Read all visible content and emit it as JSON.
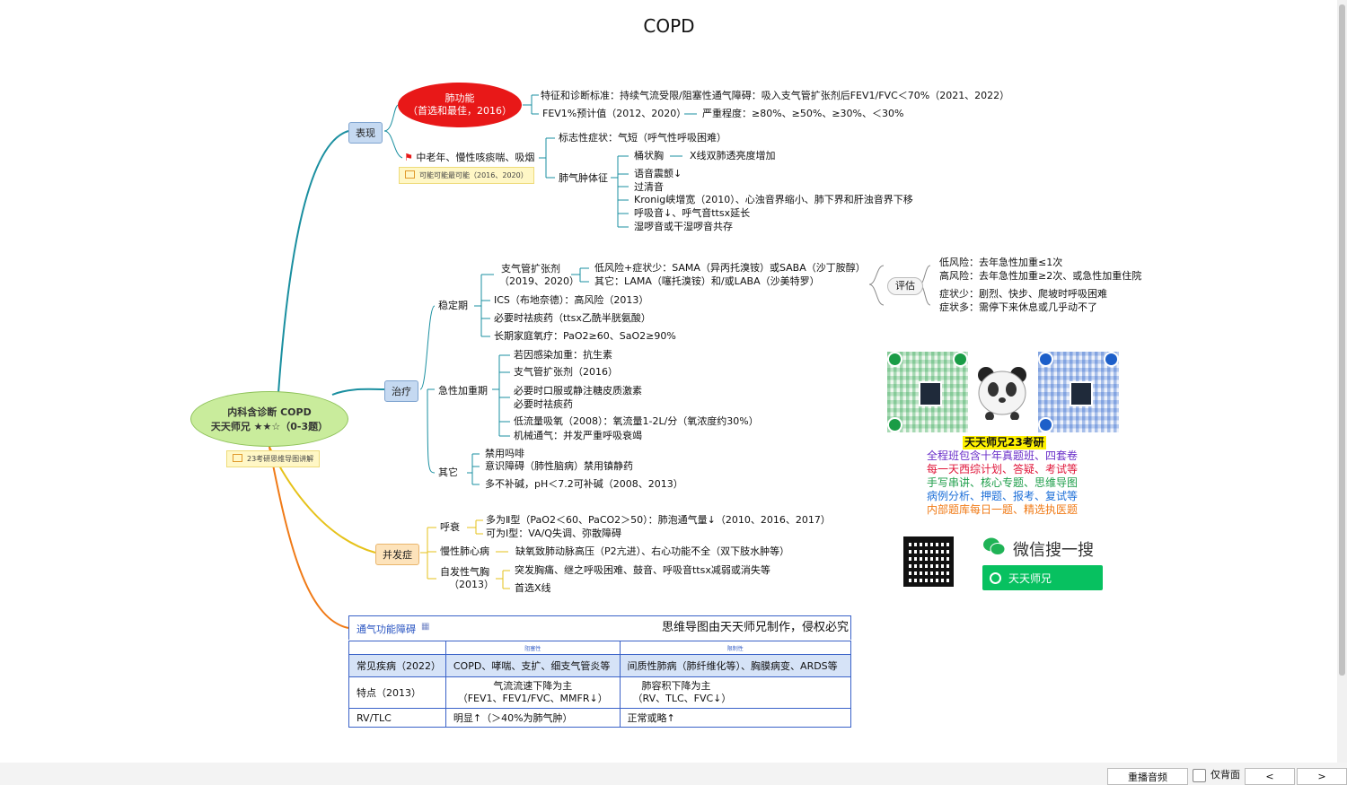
{
  "title": "COPD",
  "root": {
    "line1": "内科含诊断 COPD",
    "line2": "天天师兄 ★★☆（0-3题）",
    "note": "23考研思维导图讲解"
  },
  "branches": {
    "biaoxian": "表现",
    "zhiliao": "治疗",
    "bingfa": "并发症"
  },
  "feigongneng": {
    "bubble1": "肺功能",
    "bubble2": "（首选和最佳，2016）",
    "std": "特征和诊断标准：持续气流受限/阻塞性通气障碍：吸入支气管扩张剂后FEV1/FVC＜70%（2021、2022）",
    "fev": "FEV1%预计值（2012、2020）",
    "severity": "严重程度：≥80%、≥50%、≥30%、＜30%"
  },
  "zhonglao": {
    "label": "中老年、慢性咳痰喘、吸烟",
    "note": "可能可能最可能（2016、2020）",
    "sym": "标志性症状：气短（呼气性呼吸困难）",
    "sign_label": "肺气肿体征",
    "signs": [
      "桶状胸",
      "X线双肺透亮度增加",
      "语音震颤↓",
      "过清音",
      "Kronig峡增宽（2010）、心浊音界缩小、肺下界和肝浊音界下移",
      "呼吸音↓、呼气音ttsx延长",
      "湿啰音或干湿啰音共存"
    ]
  },
  "stable": {
    "label": "稳定期",
    "bronch1": "支气管扩张剂",
    "bronch2": "（2019、2020）",
    "low": "低风险+症状少：SAMA（异丙托溴铵）或SABA（沙丁胺醇）",
    "other": "其它：LAMA（噻托溴铵）和/或LABA（沙美特罗）",
    "ics": "ICS（布地奈德）：高风险（2013）",
    "sputum": "必要时祛痰药（ttsx乙酰半胱氨酸）",
    "oxygen": "长期家庭氧疗：PaO2≥60、SaO2≥90%"
  },
  "assess": {
    "label": "评估",
    "items": [
      "低风险：去年急性加重≤1次",
      "高风险：去年急性加重≥2次、或急性加重住院",
      "症状少：剧烈、快步、爬坡时呼吸困难",
      "症状多：需停下来休息或几乎动不了"
    ]
  },
  "acute": {
    "label": "急性加重期",
    "items": [
      "若因感染加重：抗生素",
      "支气管扩张剂（2016）",
      "必要时口服或静注糖皮质激素",
      "必要时祛痰药",
      "低流量吸氧（2008）：氧流量1-2L/分（氧浓度约30%）",
      "机械通气：并发严重呼吸衰竭"
    ]
  },
  "others": {
    "label": "其它",
    "items": [
      "禁用吗啡",
      "意识障碍（肺性脑病）禁用镇静药",
      "多不补碱，pH＜7.2可补碱（2008、2013）"
    ]
  },
  "complications": {
    "resp_label": "呼衰",
    "resp1": "多为Ⅱ型（PaO2＜60、PaCO2＞50）：肺泡通气量↓（2010、2016、2017）",
    "resp2": "可为Ⅰ型：VA/Q失调、弥散障碍",
    "heart_label": "慢性肺心病",
    "heart": "缺氧致肺动脉高压（P2亢进）、右心功能不全（双下肢水肿等）",
    "ptx_label1": "自发性气胸",
    "ptx_label2": "（2013）",
    "ptx1": "突发胸痛、继之呼吸困难、鼓音、呼吸音ttsx减弱或消失等",
    "ptx2": "首选X线"
  },
  "table": {
    "title": "通气功能障碍",
    "copyright": "思维导图由天天师兄制作，侵权必究",
    "col1": "阻塞性",
    "col2": "限制性",
    "rows": [
      {
        "k": "常见疾病（2022）",
        "a": "COPD、哮喘、支扩、细支气管炎等",
        "b": "间质性肺病（肺纤维化等）、胸膜病变、ARDS等"
      },
      {
        "k": "特点（2013）",
        "a1": "气流流速下降为主",
        "a2": "（FEV1、FEV1/FVC、MMFR↓）",
        "b1": "肺容积下降为主",
        "b2": "（RV、TLC、FVC↓）"
      },
      {
        "k": "RV/TLC",
        "a": "明显↑（＞40%为肺气肿）",
        "b": "正常或略↑"
      }
    ]
  },
  "promo": {
    "name": "天天师兄23考研",
    "lines": [
      {
        "text": "全程班包含十年真题班、四套卷",
        "color": "#6a2fc9"
      },
      {
        "text": "每一天西综计划、答疑、考试等",
        "color": "#e0163a"
      },
      {
        "text": "手写串讲、核心专题、思维导图",
        "color": "#1e9e4a"
      },
      {
        "text": "病例分析、押题、报考、复试等",
        "color": "#1d6fd8"
      },
      {
        "text": "内部题库每日一题、精选执医题",
        "color": "#f07a16"
      }
    ],
    "wechat_search": "微信搜一搜",
    "wechat_name": "天天师兄"
  },
  "footer": {
    "replay": "重播音频",
    "backside": "仅背面",
    "prev": "<",
    "next": ">"
  }
}
